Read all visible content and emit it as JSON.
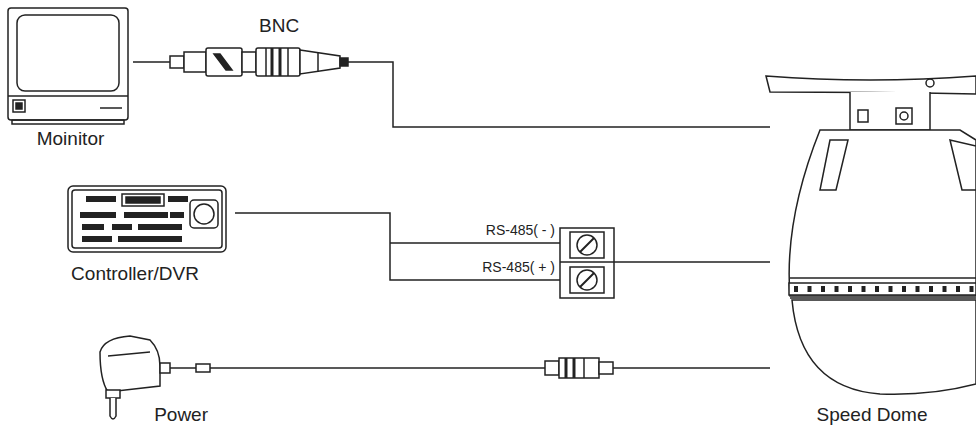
{
  "diagram": {
    "nodes": [
      {
        "text": [
          "Moinitor"
        ]
      },
      {
        "text": [
          "Controller/DVR"
        ]
      },
      {
        "text": [
          "Power"
        ]
      },
      {
        "text": [
          "Speed Dome"
        ]
      }
    ],
    "edges": [
      {
        "from": 0,
        "to": 3,
        "arrow": "none"
      },
      {
        "from": 1,
        "to": 3,
        "arrow": "none"
      },
      {
        "from": 2,
        "to": 3,
        "arrow": "none"
      }
    ],
    "labels": [
      "BNC",
      "RS-485( - )",
      "RS-485( + )"
    ]
  }
}
